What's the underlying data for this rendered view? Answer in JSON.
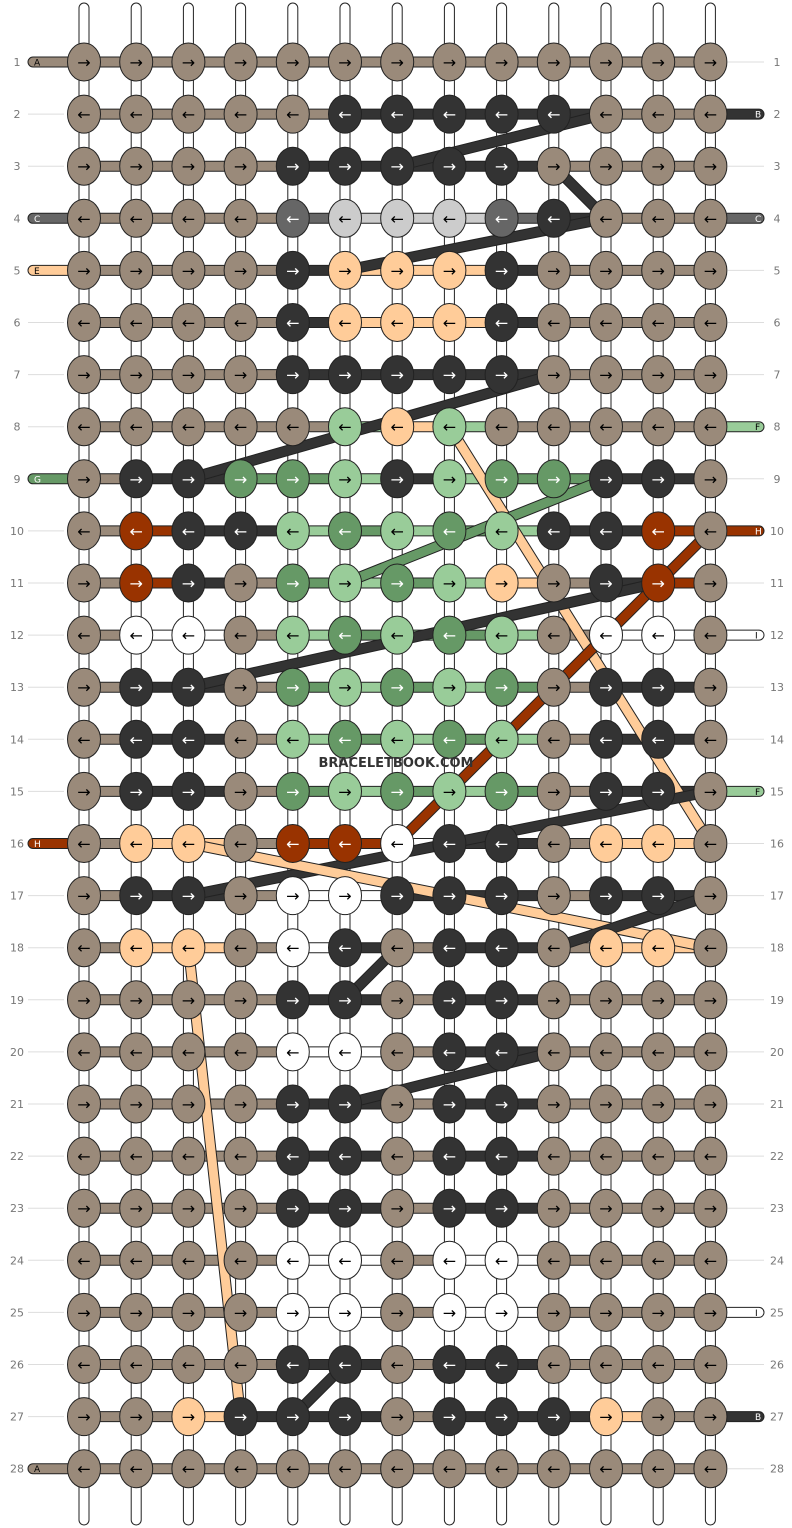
{
  "site": {
    "watermark": "BRACELETBOOK.COM"
  },
  "colors": {
    "A": "#9a8a7a",
    "B": "#333333",
    "C": "#666666",
    "D": "#cccccc",
    "E": "#ffcc99",
    "F": "#99cc99",
    "G": "#669966",
    "H": "#993300",
    "I": "#ffffff"
  },
  "string_ends": {
    "left": [
      {
        "row": 1,
        "letter": "A"
      },
      {
        "row": 4,
        "letter": "C"
      },
      {
        "row": 5,
        "letter": "E"
      },
      {
        "row": 9,
        "letter": "G"
      },
      {
        "row": 16,
        "letter": "H"
      },
      {
        "row": 28,
        "letter": "A"
      }
    ],
    "right": [
      {
        "row": 2,
        "letter": "B"
      },
      {
        "row": 4,
        "letter": "C"
      },
      {
        "row": 8,
        "letter": "F"
      },
      {
        "row": 10,
        "letter": "H"
      },
      {
        "row": 12,
        "letter": "I"
      },
      {
        "row": 15,
        "letter": "F"
      },
      {
        "row": 25,
        "letter": "I"
      },
      {
        "row": 27,
        "letter": "B"
      }
    ]
  },
  "knot_grid": [
    "AAAAAAAAAAAAA",
    "AAAAABBBBBAAA",
    "AAAABBBBBAAAA",
    "AAAACDDDCBAAA",
    "AAAABEEEBAAAA",
    "AAAABEEEBAAAA",
    "AAAABBBBBAAAA",
    "AAAAAFEFAAAAA",
    "ABBGGFBFGGBBA",
    "AHBBFGFGFBBHA",
    "AHBAGFGFEABHA",
    "AIIAFGFGFAIIA",
    "ABBAGFGFGABBA",
    "ABBAFGFGFABBA",
    "ABBAGFGFGABBA",
    "AEEAHHIBBAEEA",
    "ABBAIIBBBABBA",
    "AEEAIBABBAEEA",
    "AAAABBABBAAAA",
    "AAAAIIABBAAAA",
    "AAAABBABBAAAA",
    "AAAABBABBAAAA",
    "AAAABBABBAAAA",
    "AAAAIIAIIAAAA",
    "AAAAIIAIIAAAA",
    "AAAABBABBAAAA",
    "AAEBBBABBBEAA",
    "AAAAAAAAAAAAA"
  ],
  "direction_grid": [
    "RRRRRRRRRRRRR",
    "LLLLLLLLLLLLL",
    "RRRRRRRRRRRRR",
    "LLLLLLLLLLLLL",
    "RRRRRRRRRRRRR",
    "LLLLLLLLLLLLL",
    "RRRRRRRRRRRRR",
    "LLLLLLLLLLLLL",
    "RRRRRRRRRRRRR",
    "LLLLLLLLLLLLL",
    "RRRRRRRRRRRRR",
    "LLLLLLLLLLLLL",
    "RRRRRRRRRRRRR",
    "LLLLLLLLLLLLL",
    "RRRRRRRRRRRRR",
    "LLLLLLLLLLLLL",
    "RRRRRRRRRRRRR",
    "LLLLLLLLLLLLL",
    "RRRRRRRRRRRRR",
    "LLLLLLLLLLLLL",
    "RRRRRRRRRRRRR",
    "LLLLLLLLLLLLL",
    "RRRRRRRRRRRRR",
    "LLLLLLLLLLLLL",
    "RRRRRRRRRRRRR",
    "LLLLLLLLLLLLL",
    "RRRRRRRRRRRRR",
    "LLLLLLLLLLLLL"
  ],
  "diagonal_threads": [
    {
      "color": "B",
      "from": [
        6,
        3
      ],
      "to": [
        10,
        2
      ]
    },
    {
      "color": "B",
      "from": [
        9,
        3
      ],
      "to": [
        10,
        4
      ]
    },
    {
      "color": "B",
      "from": [
        5,
        5
      ],
      "to": [
        10,
        4
      ]
    },
    {
      "color": "B",
      "from": [
        9,
        7
      ],
      "to": [
        2,
        9
      ]
    },
    {
      "color": "E",
      "from": [
        7,
        8
      ],
      "to": [
        12,
        16
      ]
    },
    {
      "color": "G",
      "from": [
        5,
        11
      ],
      "to": [
        10,
        9
      ]
    },
    {
      "color": "B",
      "from": [
        2,
        13
      ],
      "to": [
        11,
        11
      ]
    },
    {
      "color": "H",
      "from": [
        12,
        10
      ],
      "to": [
        6,
        16
      ]
    },
    {
      "color": "B",
      "from": [
        12,
        15
      ],
      "to": [
        2,
        17
      ]
    },
    {
      "color": "E",
      "from": [
        2,
        16
      ],
      "to": [
        12,
        18
      ]
    },
    {
      "color": "B",
      "from": [
        12,
        17
      ],
      "to": [
        9,
        18
      ]
    },
    {
      "color": "B",
      "from": [
        6,
        18
      ],
      "to": [
        5,
        19
      ]
    },
    {
      "color": "B",
      "from": [
        9,
        20
      ],
      "to": [
        5,
        21
      ]
    },
    {
      "color": "E",
      "from": [
        2,
        18
      ],
      "to": [
        3,
        27
      ]
    },
    {
      "color": "B",
      "from": [
        5,
        26
      ],
      "to": [
        4,
        27
      ]
    }
  ]
}
